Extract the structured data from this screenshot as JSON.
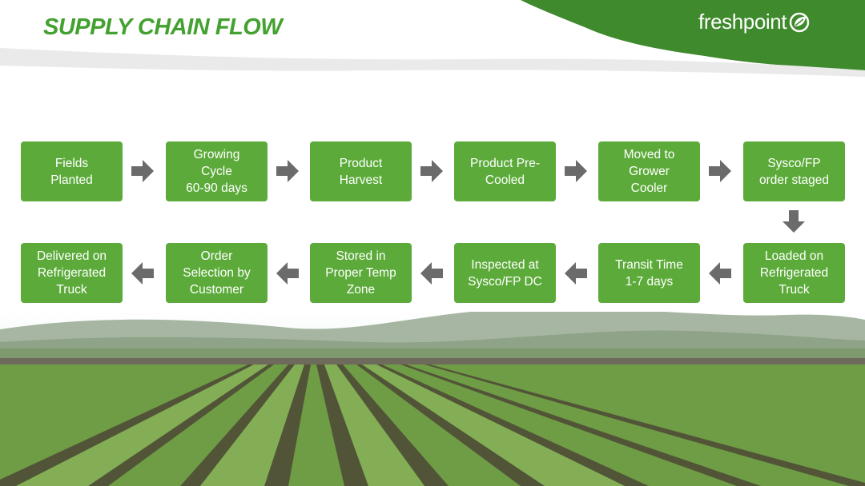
{
  "header": {
    "title": "SUPPLY CHAIN FLOW",
    "brand": "freshpoint"
  },
  "colors": {
    "box_fill": "#5cab3a",
    "title_green": "#43a12f",
    "band_green": "#3e8a2c",
    "arrow_gray": "#6b6b6b"
  },
  "icons": {
    "brand_mark": "leaf-circle-icon",
    "connector": "arrow-icon"
  },
  "flow": {
    "row1": [
      {
        "label": "Fields\nPlanted"
      },
      {
        "label": "Growing\nCycle\n60-90 days"
      },
      {
        "label": "Product\nHarvest"
      },
      {
        "label": "Product Pre-\nCooled"
      },
      {
        "label": "Moved to\nGrower\nCooler"
      },
      {
        "label": "Sysco/FP\norder staged"
      }
    ],
    "row2": [
      {
        "label": "Delivered on\nRefrigerated\nTruck"
      },
      {
        "label": "Order\nSelection by\nCustomer"
      },
      {
        "label": "Stored in\nProper Temp\nZone"
      },
      {
        "label": "Inspected at\nSysco/FP DC"
      },
      {
        "label": "Transit Time\n1-7 days"
      },
      {
        "label": "Loaded on\nRefrigerated\nTruck"
      }
    ]
  }
}
